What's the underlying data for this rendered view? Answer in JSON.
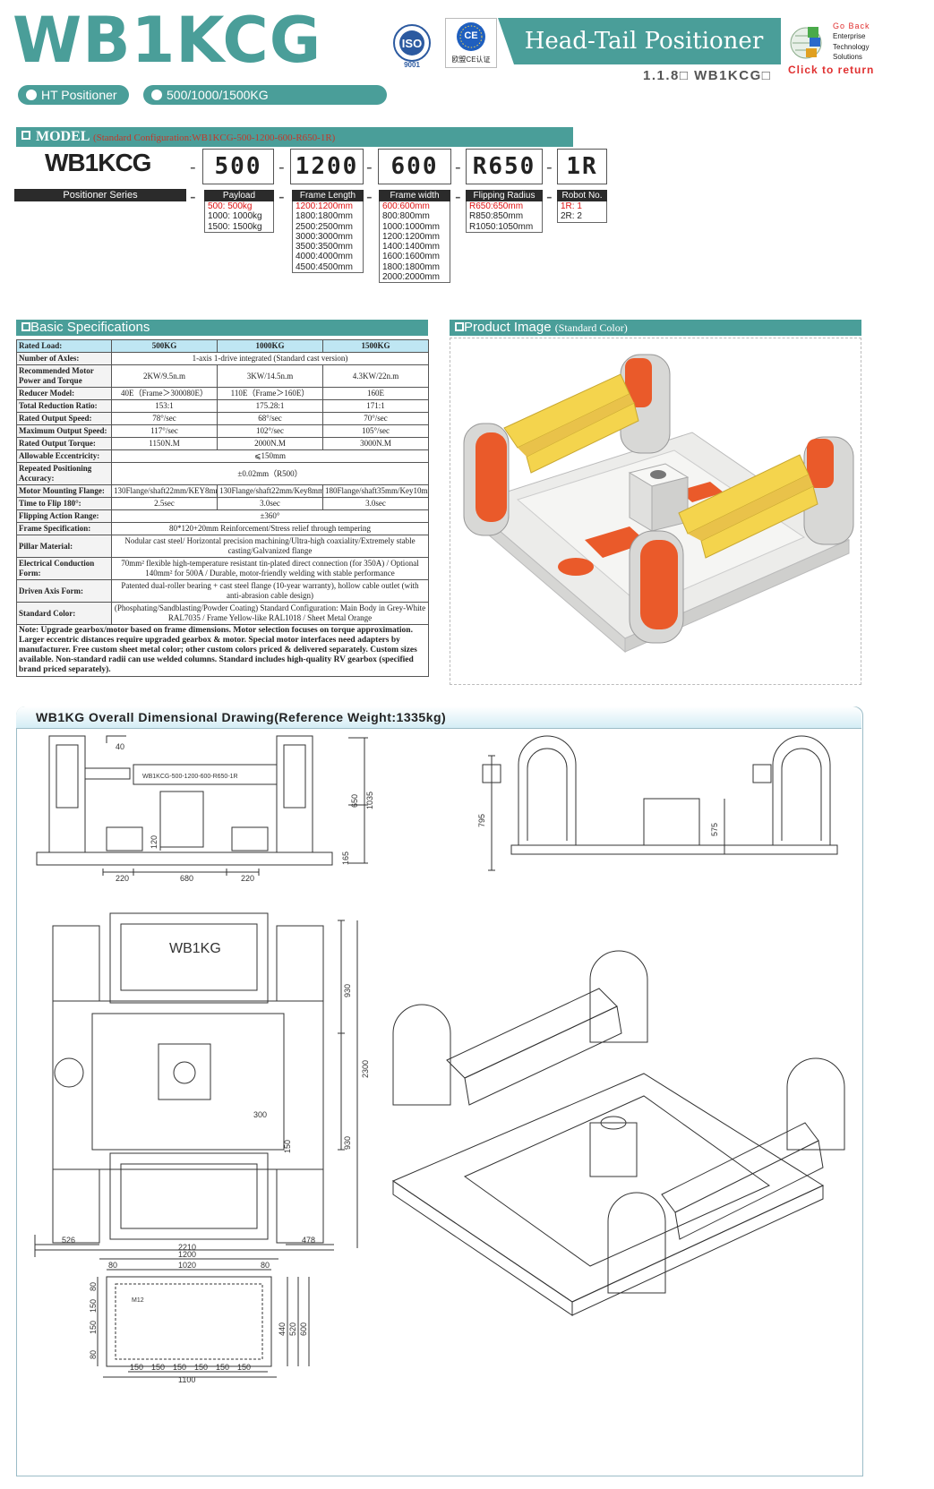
{
  "header": {
    "model_title": "WB1KCG",
    "tab_title": "Head-Tail Positioner",
    "subtitle_code": "1.1.8□ WB1KCG□",
    "back_link": "Click to return",
    "back_logo_lines": [
      "Go Back",
      "Enterprise",
      "Technology",
      "Solutions"
    ],
    "iso_label": "ISO",
    "iso_number": "9001",
    "ce_label": "CE",
    "ce_caption": "欧盟CE认证"
  },
  "pills": [
    "HT Positioner",
    "500/1000/1500KG"
  ],
  "model": {
    "bar_label": "MODEL",
    "std_config": "(Standard Configuration:WB1KCG-500-1200-600-R650-1R)",
    "series_code": "WB1KCG",
    "series_label": "Positioner Series",
    "codes": [
      "500",
      "1200",
      "600",
      "R650",
      "1R"
    ],
    "groups": [
      {
        "head": "Payload",
        "items": [
          "500:  500kg",
          "1000: 1000kg",
          "1500: 1500kg"
        ],
        "selected": 0
      },
      {
        "head": "Frame Length",
        "items": [
          "1200:1200mm",
          "1800:1800mm",
          "2500:2500mm",
          "3000:3000mm",
          "3500:3500mm",
          "4000:4000mm",
          "4500:4500mm"
        ],
        "selected": 0
      },
      {
        "head": "Frame width",
        "items": [
          "600:600mm",
          "800:800mm",
          "1000:1000mm",
          "1200:1200mm",
          "1400:1400mm",
          "1600:1600mm",
          "1800:1800mm",
          "2000:2000mm"
        ],
        "selected": 0
      },
      {
        "head": "Flipping Radius",
        "items": [
          "R650:650mm",
          "R850:850mm",
          "R1050:1050mm"
        ],
        "selected": 0
      },
      {
        "head": "Robot No.",
        "items": [
          "1R:   1",
          "2R:   2"
        ],
        "selected": 0
      }
    ]
  },
  "specs": {
    "title": "Basic Specifications",
    "header": [
      "Rated Load:",
      "500KG",
      "1000KG",
      "1500KG"
    ],
    "rows": [
      {
        "label": "Number of Axles:",
        "span": "1-axis  1-drive integrated (Standard cast version)"
      },
      {
        "label": "Recommended Motor Power and Torque",
        "vals": [
          "2KW/9.5n.m",
          "3KW/14.5n.m",
          "4.3KW/22n.m"
        ]
      },
      {
        "label": "Reducer Model:",
        "vals": [
          "40E（Frame＞300080E）",
          "110E（Frame＞160E）",
          "160E"
        ]
      },
      {
        "label": "Total Reduction Ratio:",
        "vals": [
          "153:1",
          "175.28:1",
          "171:1"
        ]
      },
      {
        "label": "Rated Output Speed:",
        "vals": [
          "78°/sec",
          "68°/sec",
          "70°/sec"
        ]
      },
      {
        "label": "Maximum Output Speed:",
        "vals": [
          "117°/sec",
          "102°/sec",
          "105°/sec"
        ]
      },
      {
        "label": "Rated Output Torque:",
        "vals": [
          "1150N.M",
          "2000N.M",
          "3000N.M"
        ]
      },
      {
        "label": "Allowable Eccentricity:",
        "span": "⩽150mm"
      },
      {
        "label": "Repeated Positioning Accuracy:",
        "span": "±0.02mm（R500）"
      },
      {
        "label": "Motor Mounting Flange:",
        "vals": [
          "130Flange/shaft22mm/KEY8mm",
          "130Flange/shaft22mm/Key8mm",
          "180Flange/shaft35mm/Key10mm"
        ]
      },
      {
        "label": "Time to Flip 180°:",
        "vals": [
          "2.5sec",
          "3.0sec",
          "3.0sec"
        ]
      },
      {
        "label": "Flipping Action Range:",
        "span": "±360°"
      },
      {
        "label": "Frame Specification:",
        "span": "80*120+20mm Reinforcement/Stress relief through tempering"
      },
      {
        "label": "Pillar Material:",
        "span": "Nodular cast steel/ Horizontal precision machining/Ultra-high coaxiality/Extremely stable casting/Galvanized flange"
      },
      {
        "label": "Electrical Conduction Form:",
        "span": "70mm² flexible high-temperature resistant tin-plated direct connection (for 350A) / Optional 140mm² for 500A / Durable, motor-friendly welding with stable performance"
      },
      {
        "label": "Driven Axis Form:",
        "span": "Patented dual-roller bearing + cast steel flange (10-year warranty), hollow cable outlet (with anti-abrasion cable design)"
      },
      {
        "label": "Standard Color:",
        "span": "(Phosphating/Sandblasting/Powder Coating) Standard Configuration: Main Body in Grey-White RAL7035 / Frame Yellow-like RAL1018 / Sheet Metal Orange"
      }
    ],
    "note": "Note: Upgrade gearbox/motor based on frame dimensions. Motor selection focuses on torque approximation. Larger eccentric distances require upgraded gearbox & motor. Special motor interfaces need adapters by manufacturer. Free custom sheet metal color; other custom colors priced & delivered separately. Custom sizes available. Non-standard radii can use welded columns. Standard includes high-quality RV gearbox (specified brand priced separately)."
  },
  "product": {
    "title": "Product Image",
    "title_note": "(Standard Color)"
  },
  "drawing": {
    "title": "WB1KG Overall Dimensional Drawing(Reference Weight:1335kg)",
    "frame_label": "WB1KCG-500-1200-600-R650-1R",
    "plan_label": "WB1KG",
    "front_dims": [
      "40",
      "650",
      "1035",
      "120",
      "165",
      "220",
      "680",
      "220"
    ],
    "side_dims": [
      "795",
      "575"
    ],
    "plan_dims": [
      "930",
      "2300",
      "930",
      "300",
      "150",
      "526",
      "2210",
      "478"
    ],
    "plate_dims": [
      "1200",
      "80",
      "1020",
      "80",
      "80",
      "150",
      "150",
      "80",
      "440",
      "520",
      "600",
      "M12",
      "150",
      "150",
      "150",
      "150",
      "150",
      "150",
      "1100"
    ]
  },
  "colors": {
    "teal": "#4a9e99",
    "orange": "#ea5a2a",
    "yellow": "#f4d44d",
    "grey_white": "#e6e6e4",
    "spec_header": "#bfe6f3"
  }
}
